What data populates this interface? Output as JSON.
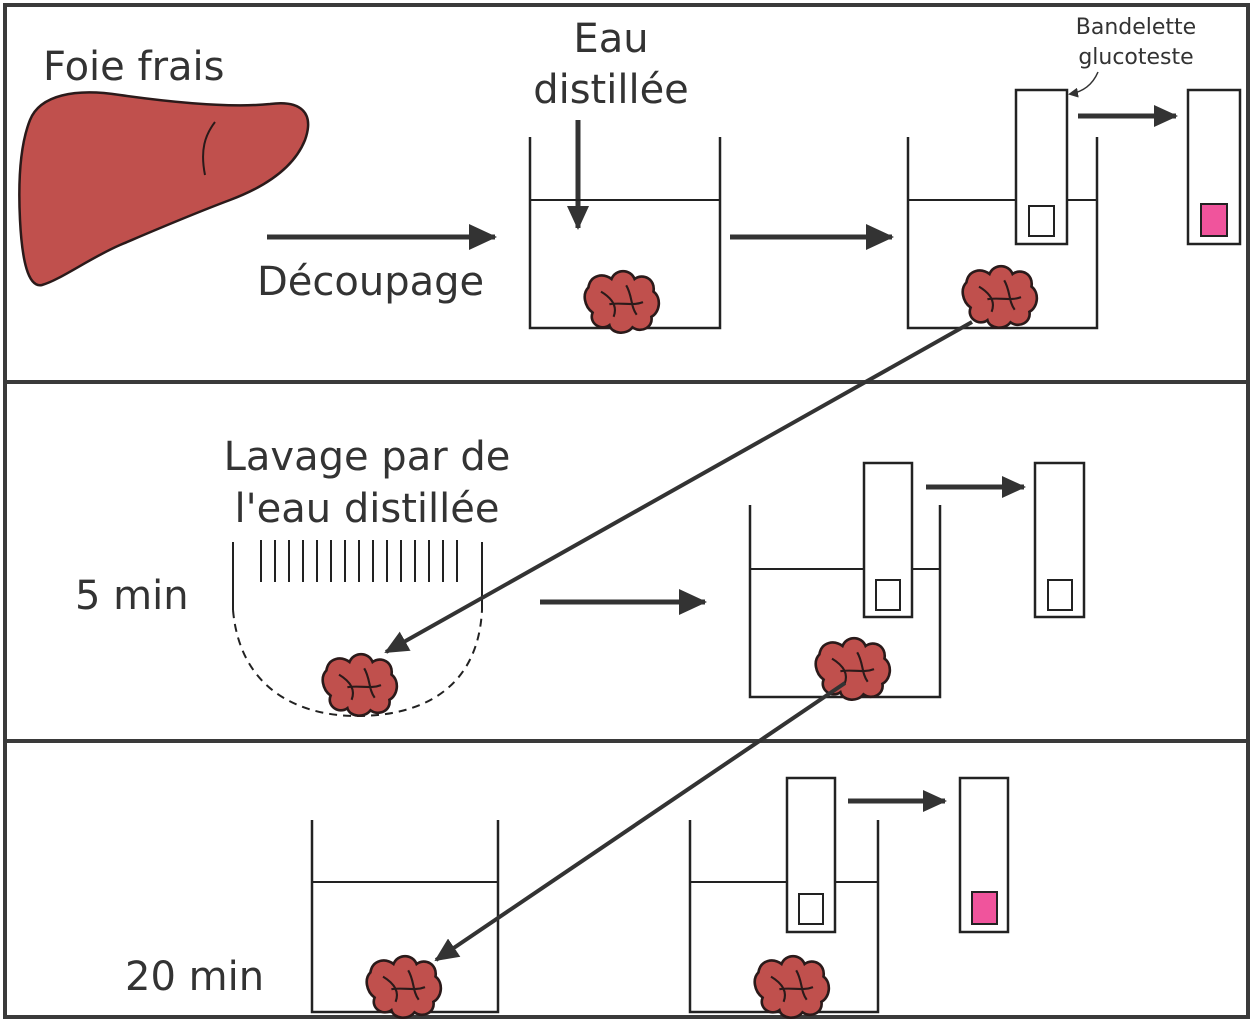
{
  "labels": {
    "fresh_liver": "Foie frais",
    "cutting": "Découpage",
    "distilled_water_line1": "Eau",
    "distilled_water_line2": "distillée",
    "test_strip_line1": "Bandelette",
    "test_strip_line2": "glucoteste",
    "washing_line1": "Lavage par de",
    "washing_line2": "l'eau distillée",
    "time_5": "5 min",
    "time_20": "20 min"
  },
  "strip_results": [
    {
      "row": 1,
      "result": "positive"
    },
    {
      "row": 2,
      "result": "negative"
    },
    {
      "row": 3,
      "result": "positive"
    }
  ],
  "colors": {
    "liver": "#c0504d",
    "liver_outline": "#2a1a1a",
    "positive_pad": "#f0549c",
    "ink": "#333333",
    "border": "#3a3a3a"
  }
}
